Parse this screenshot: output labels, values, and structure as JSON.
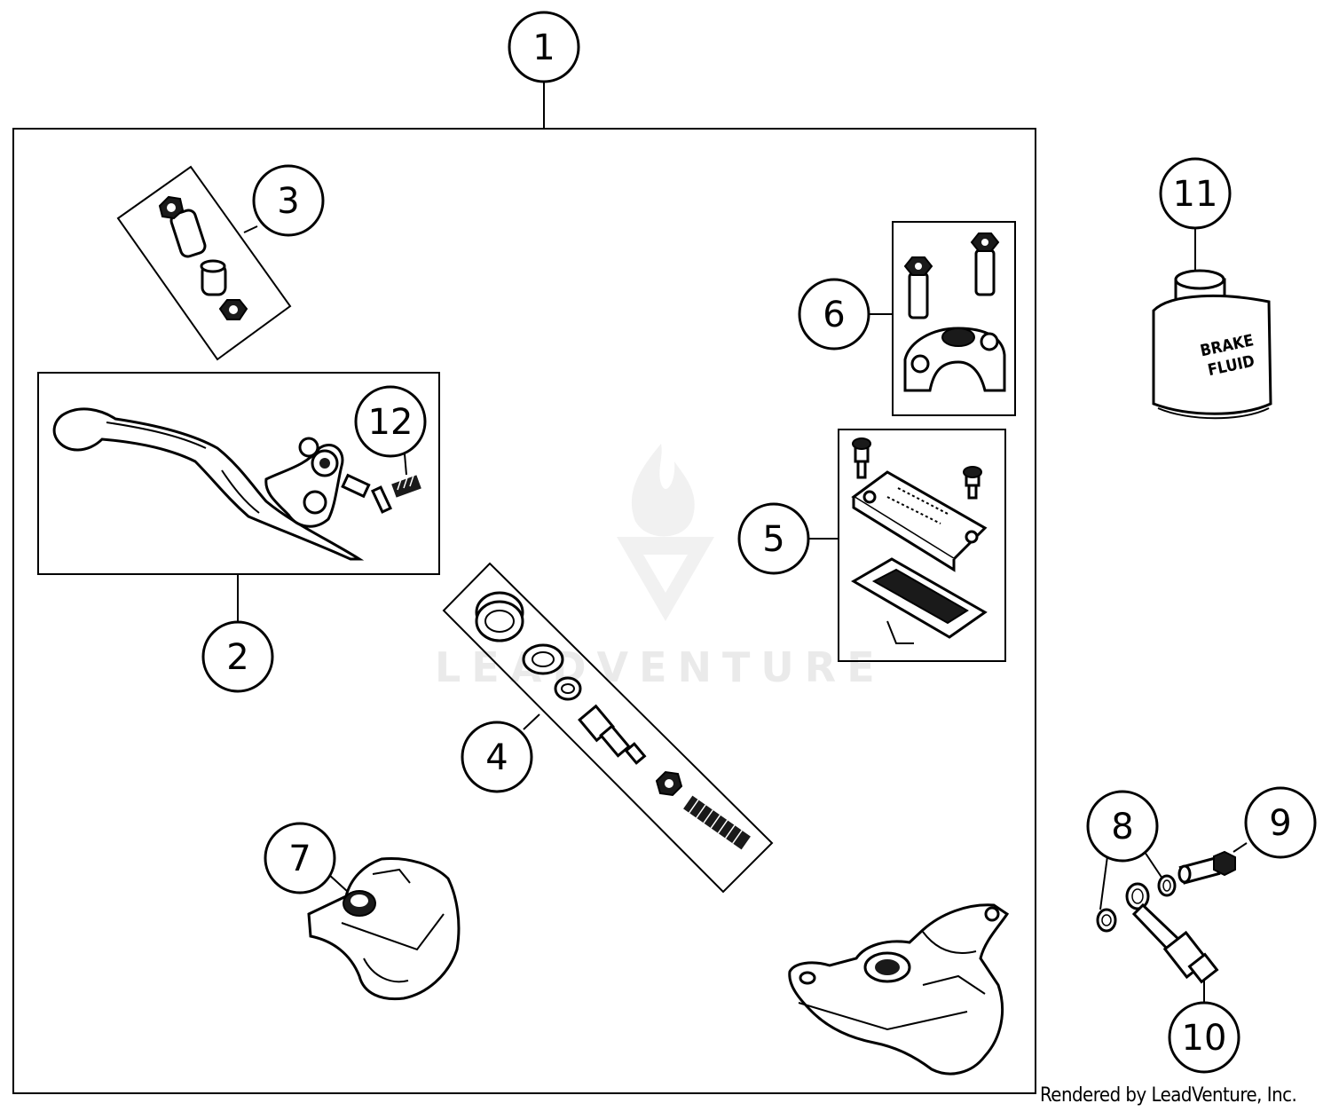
{
  "callouts": [
    "1",
    "2",
    "3",
    "4",
    "5",
    "6",
    "7",
    "8",
    "9",
    "10",
    "11",
    "12"
  ],
  "bottle_label": [
    "BRAKE",
    "FLUID"
  ],
  "watermark": "LEADVENTURE",
  "credit": "Rendered by LeadVenture, Inc."
}
